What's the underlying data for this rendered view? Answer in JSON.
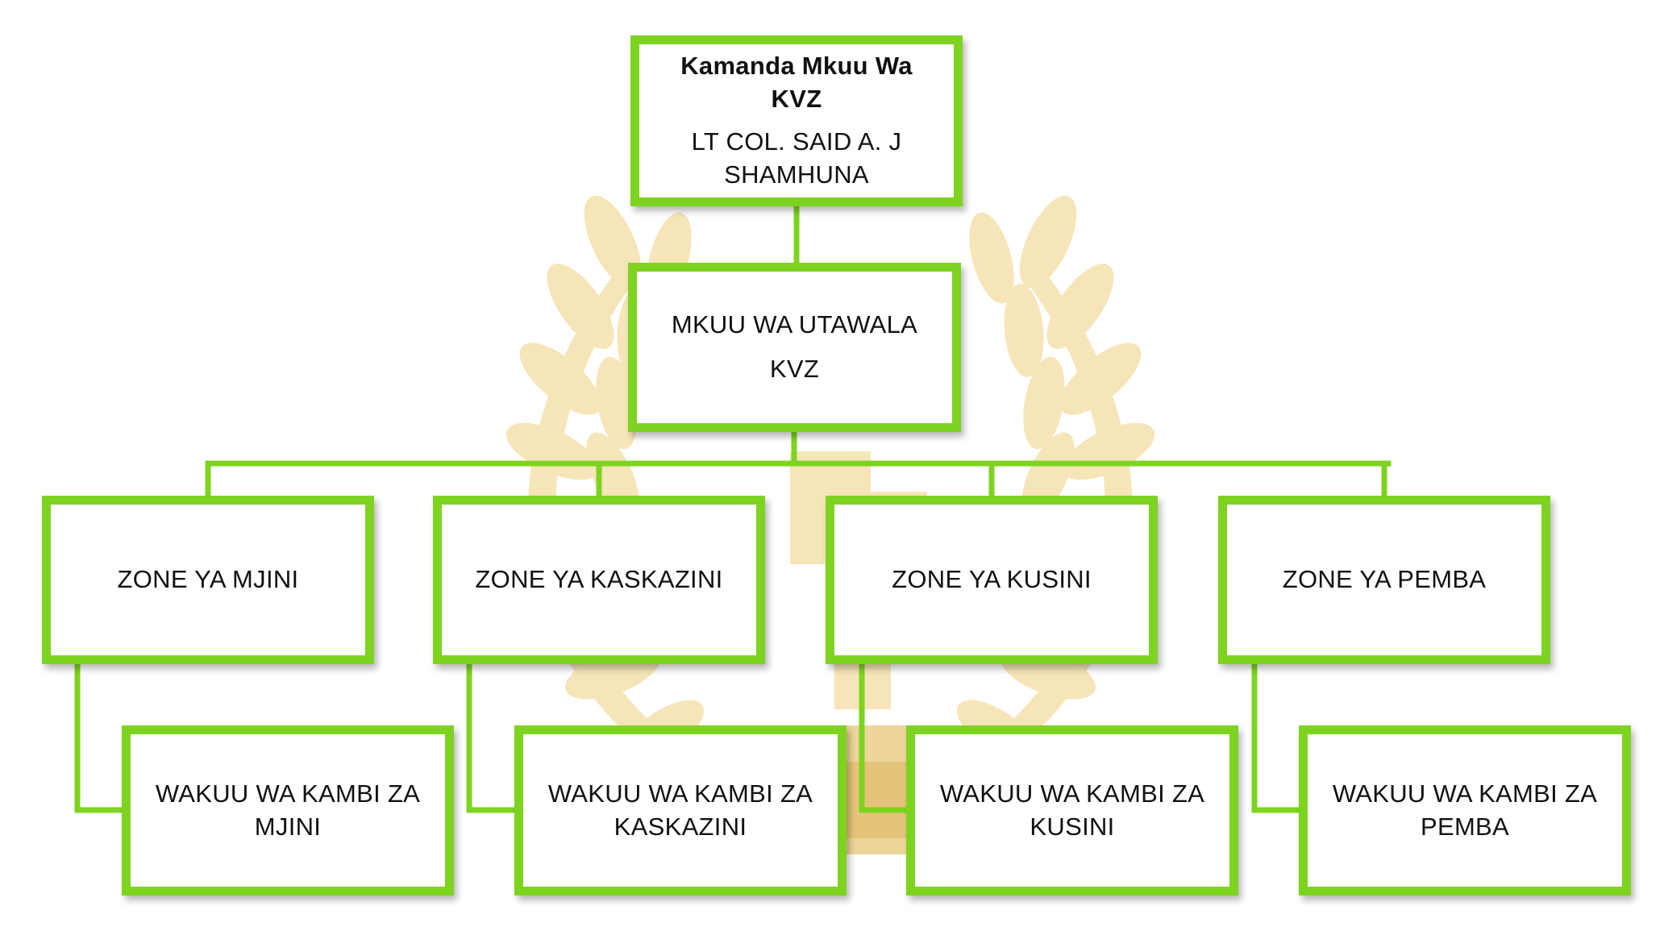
{
  "colors": {
    "accent_green": "#7ed321",
    "watermark_gold": "#f3dca0"
  },
  "watermark": {
    "icon": "kvz-laurel-emblem"
  },
  "top": {
    "title": "Kamanda Mkuu Wa KVZ",
    "name": "LT COL. SAID A. J SHAMHUNA"
  },
  "admin": {
    "line1": "MKUU WA UTAWALA",
    "line2": "KVZ"
  },
  "zones": [
    {
      "label": "ZONE YA MJINI",
      "camp": "WAKUU WA KAMBI ZA MJINI"
    },
    {
      "label": "ZONE YA KASKAZINI",
      "camp": "WAKUU WA KAMBI ZA KASKAZINI"
    },
    {
      "label": "ZONE YA KUSINI",
      "camp": "WAKUU WA KAMBI ZA KUSINI"
    },
    {
      "label": "ZONE YA PEMBA",
      "camp": "WAKUU WA KAMBI ZA PEMBA"
    }
  ]
}
